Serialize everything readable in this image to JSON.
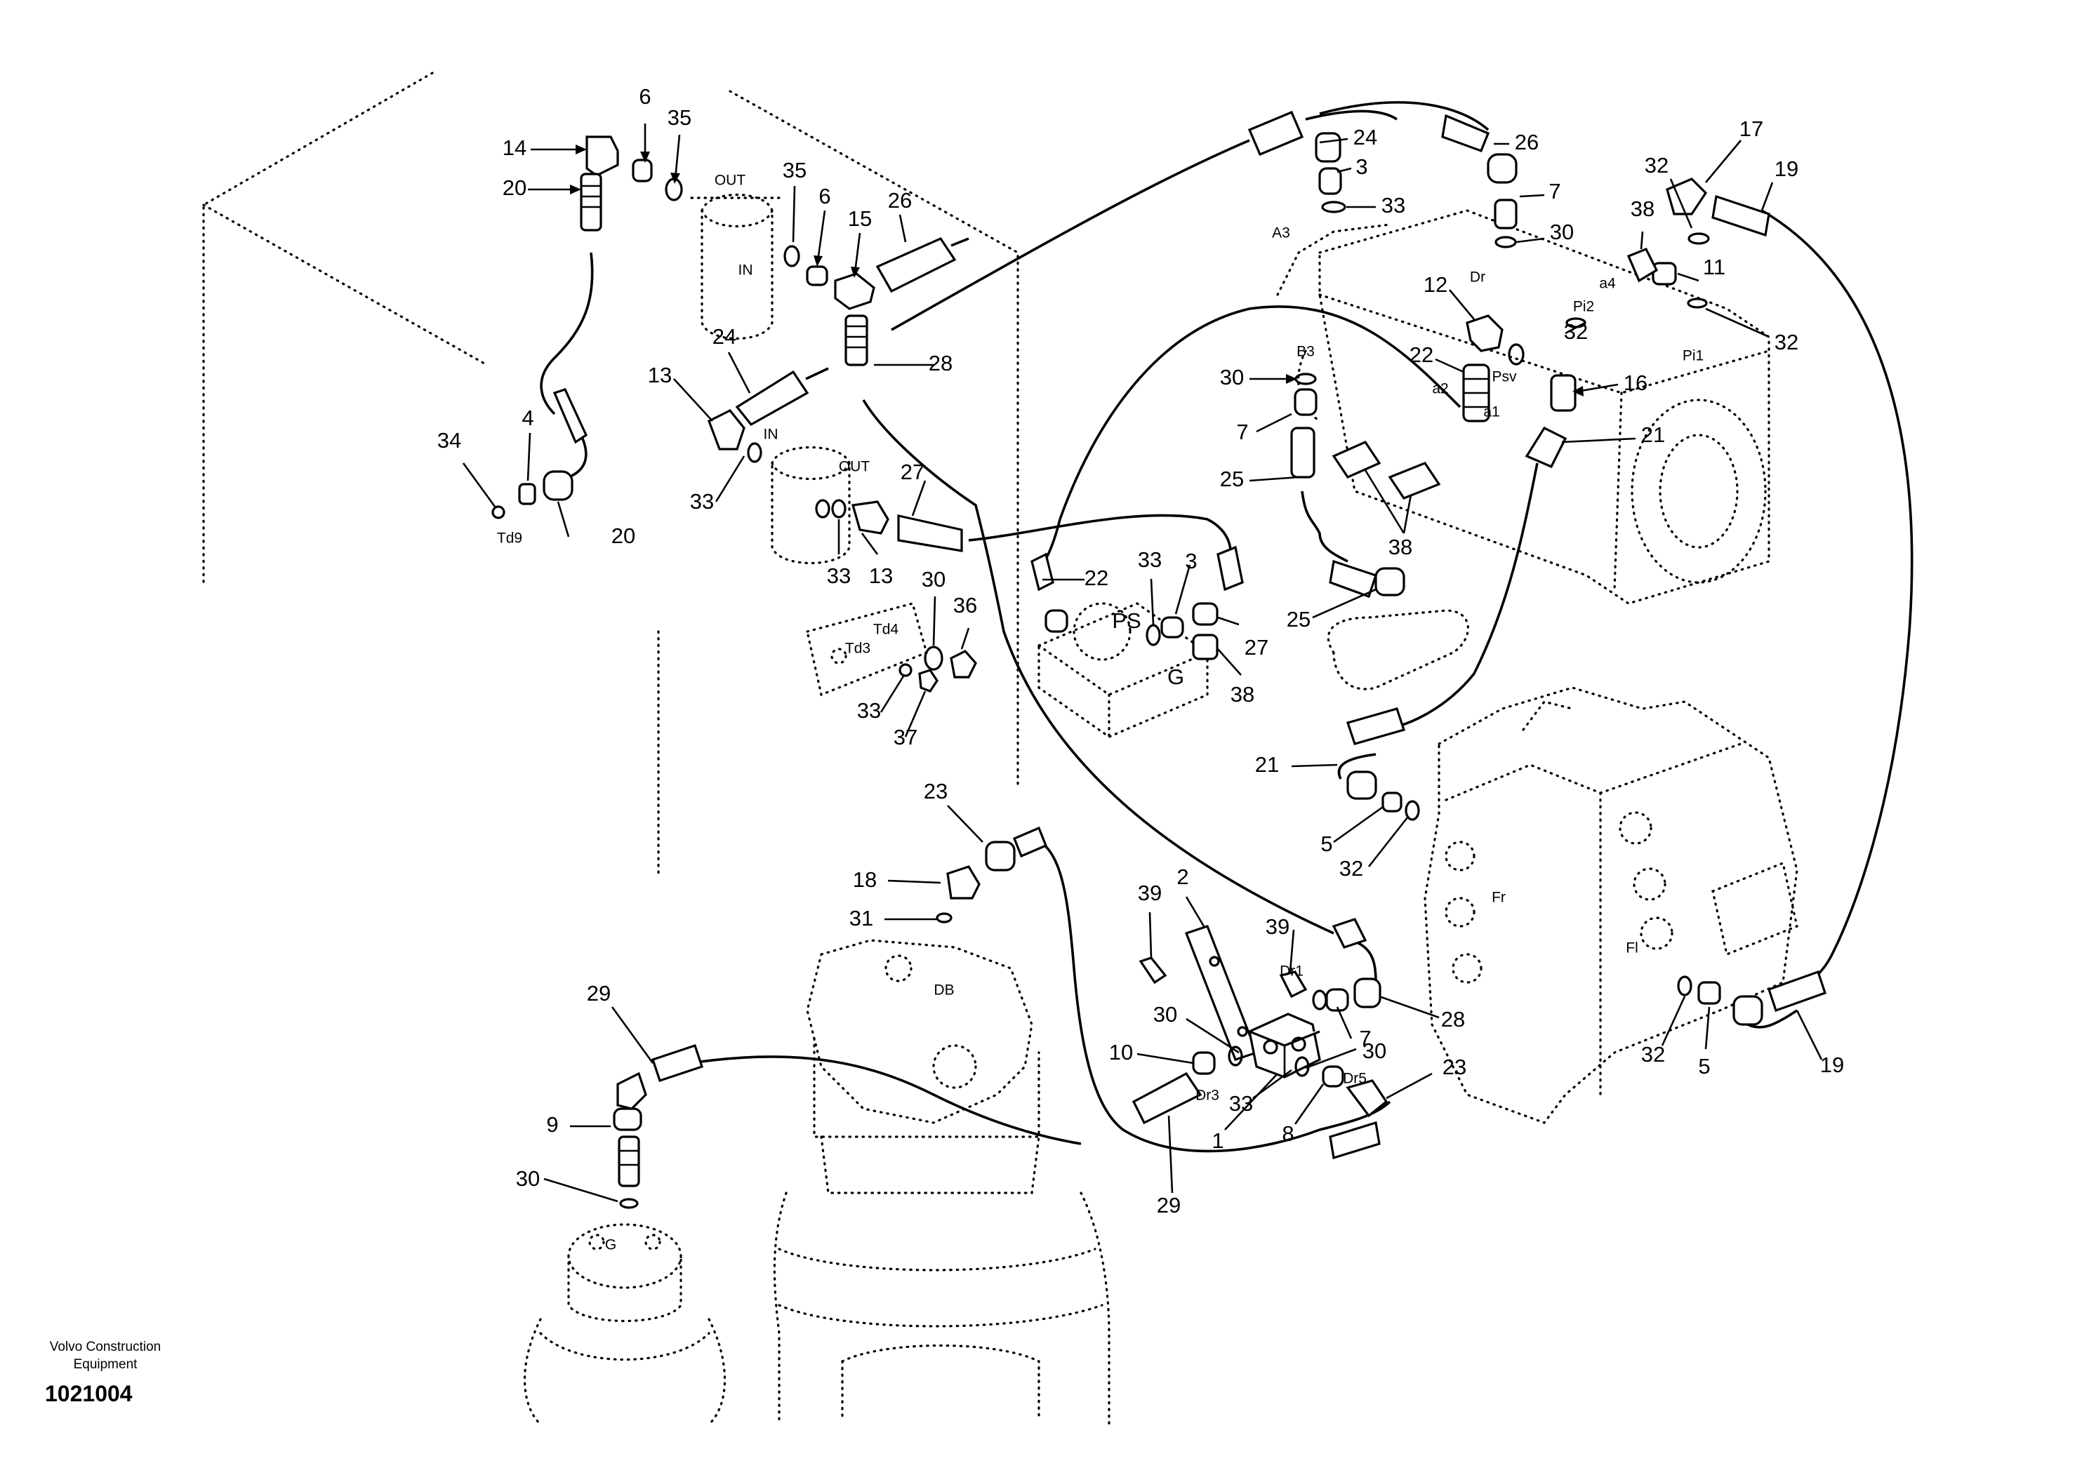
{
  "footer": {
    "company_line1": "Volvo Construction",
    "company_line2": "Equipment",
    "drawing_number": "1021004"
  },
  "port_labels": {
    "out_upper": "OUT",
    "in_upper": "IN",
    "in_lower": "IN",
    "out_lower": "OUT",
    "td9": "Td9",
    "td4": "Td4",
    "td3": "Td3",
    "a3": "A3",
    "dr_pump": "Dr",
    "b3": "B3",
    "a4": "a4",
    "pi2": "Pi2",
    "pi1": "Pi1",
    "psv": "Psv",
    "a2": "a2",
    "a1": "a1",
    "ps": "PS",
    "g_upper": "G",
    "fr": "Fr",
    "fl": "Fl",
    "dr1": "Dr1",
    "dr3": "Dr3",
    "dr5": "Dr5",
    "db": "DB",
    "g_lower": "G"
  },
  "callouts": [
    {
      "id": "c14",
      "text": "14"
    },
    {
      "id": "c6a",
      "text": "6"
    },
    {
      "id": "c35a",
      "text": "35"
    },
    {
      "id": "c20a",
      "text": "20"
    },
    {
      "id": "c35b",
      "text": "35"
    },
    {
      "id": "c6b",
      "text": "6"
    },
    {
      "id": "c15",
      "text": "15"
    },
    {
      "id": "c26a",
      "text": "26"
    },
    {
      "id": "c24a",
      "text": "24"
    },
    {
      "id": "c3a",
      "text": "3"
    },
    {
      "id": "c33a",
      "text": "33"
    },
    {
      "id": "c26b",
      "text": "26"
    },
    {
      "id": "c7a",
      "text": "7"
    },
    {
      "id": "c30a",
      "text": "30"
    },
    {
      "id": "c17",
      "text": "17"
    },
    {
      "id": "c19a",
      "text": "19"
    },
    {
      "id": "c32a",
      "text": "32"
    },
    {
      "id": "c38a",
      "text": "38"
    },
    {
      "id": "c11",
      "text": "11"
    },
    {
      "id": "c32b",
      "text": "32"
    },
    {
      "id": "c32c",
      "text": "32"
    },
    {
      "id": "c12",
      "text": "12"
    },
    {
      "id": "c22a",
      "text": "22"
    },
    {
      "id": "c30b",
      "text": "30"
    },
    {
      "id": "c7b",
      "text": "7"
    },
    {
      "id": "c16",
      "text": "16"
    },
    {
      "id": "c25a",
      "text": "25"
    },
    {
      "id": "c38b",
      "text": "38"
    },
    {
      "id": "c21a",
      "text": "21"
    },
    {
      "id": "c24b",
      "text": "24"
    },
    {
      "id": "c28a",
      "text": "28"
    },
    {
      "id": "c13a",
      "text": "13"
    },
    {
      "id": "c33b",
      "text": "33"
    },
    {
      "id": "c34",
      "text": "34"
    },
    {
      "id": "c4",
      "text": "4"
    },
    {
      "id": "c20b",
      "text": "20"
    },
    {
      "id": "c27a",
      "text": "27"
    },
    {
      "id": "c33c",
      "text": "33"
    },
    {
      "id": "c13b",
      "text": "13"
    },
    {
      "id": "c30c",
      "text": "30"
    },
    {
      "id": "c36",
      "text": "36"
    },
    {
      "id": "c22b",
      "text": "22"
    },
    {
      "id": "c33d",
      "text": "33"
    },
    {
      "id": "c3b",
      "text": "3"
    },
    {
      "id": "c27b",
      "text": "27"
    },
    {
      "id": "c38c",
      "text": "38"
    },
    {
      "id": "c25b",
      "text": "25"
    },
    {
      "id": "c33e",
      "text": "33"
    },
    {
      "id": "c37",
      "text": "37"
    },
    {
      "id": "c21b",
      "text": "21"
    },
    {
      "id": "c5a",
      "text": "5"
    },
    {
      "id": "c32d",
      "text": "32"
    },
    {
      "id": "c23a",
      "text": "23"
    },
    {
      "id": "c18",
      "text": "18"
    },
    {
      "id": "c31",
      "text": "31"
    },
    {
      "id": "c2",
      "text": "2"
    },
    {
      "id": "c39a",
      "text": "39"
    },
    {
      "id": "c39b",
      "text": "39"
    },
    {
      "id": "c28b",
      "text": "28"
    },
    {
      "id": "c7c",
      "text": "7"
    },
    {
      "id": "c30d",
      "text": "30"
    },
    {
      "id": "c30e",
      "text": "30"
    },
    {
      "id": "c10",
      "text": "10"
    },
    {
      "id": "c33f",
      "text": "33"
    },
    {
      "id": "c1",
      "text": "1"
    },
    {
      "id": "c8",
      "text": "8"
    },
    {
      "id": "c23b",
      "text": "23"
    },
    {
      "id": "c29a",
      "text": "29"
    },
    {
      "id": "c9",
      "text": "9"
    },
    {
      "id": "c30f",
      "text": "30"
    },
    {
      "id": "c29b",
      "text": "29"
    },
    {
      "id": "c32e",
      "text": "32"
    },
    {
      "id": "c5b",
      "text": "5"
    },
    {
      "id": "c19b",
      "text": "19"
    }
  ]
}
